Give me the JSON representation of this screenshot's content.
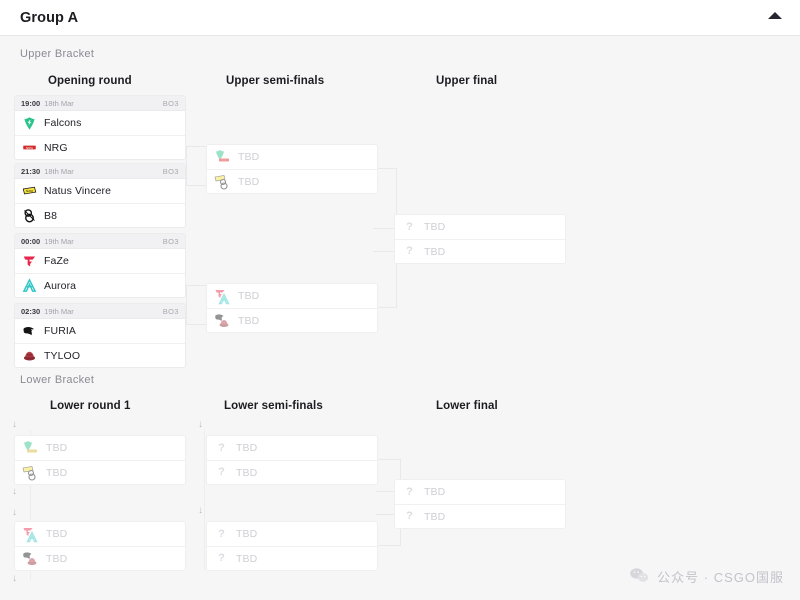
{
  "header": {
    "title": "Group A",
    "collapse_icon": "chevron-up-icon"
  },
  "brackets": {
    "upper": {
      "label": "Upper Bracket",
      "rounds": [
        {
          "title": "Opening round"
        },
        {
          "title": "Upper semi-finals"
        },
        {
          "title": "Upper final"
        }
      ]
    },
    "lower": {
      "label": "Lower Bracket",
      "rounds": [
        {
          "title": "Lower round 1"
        },
        {
          "title": "Lower semi-finals"
        },
        {
          "title": "Lower final"
        }
      ]
    }
  },
  "matches": {
    "opening": [
      {
        "time": "19:00",
        "date": "18th Mar",
        "format": "BO3",
        "teams": [
          {
            "name": "Falcons",
            "logo": "falcons-logo",
            "color": "#2bc38a"
          },
          {
            "name": "NRG",
            "logo": "nrg-logo",
            "color": "#d42b2b"
          }
        ]
      },
      {
        "time": "21:30",
        "date": "18th Mar",
        "format": "BO3",
        "teams": [
          {
            "name": "Natus Vincere",
            "logo": "navi-logo",
            "color": "#f5e03c"
          },
          {
            "name": "B8",
            "logo": "b8-logo",
            "color": "#1a1a1a"
          }
        ]
      },
      {
        "time": "00:00",
        "date": "19th Mar",
        "format": "BO3",
        "teams": [
          {
            "name": "FaZe",
            "logo": "faze-logo",
            "color": "#e8254a"
          },
          {
            "name": "Aurora",
            "logo": "aurora-logo",
            "color": "#34c6c6"
          }
        ]
      },
      {
        "time": "02:30",
        "date": "19th Mar",
        "format": "BO3",
        "teams": [
          {
            "name": "FURIA",
            "logo": "furia-logo",
            "color": "#141414"
          },
          {
            "name": "TYLOO",
            "logo": "tyloo-logo",
            "color": "#8e2a33"
          }
        ]
      }
    ],
    "upper_semifinals": [
      {
        "teams": [
          {
            "name": "TBD",
            "logo": "falcons-nrg-stack"
          },
          {
            "name": "TBD",
            "logo": "navi-b8-stack"
          }
        ]
      },
      {
        "teams": [
          {
            "name": "TBD",
            "logo": "faze-aurora-stack"
          },
          {
            "name": "TBD",
            "logo": "furia-tyloo-stack"
          }
        ]
      }
    ],
    "upper_final": [
      {
        "teams": [
          {
            "name": "TBD",
            "logo": "question-icon"
          },
          {
            "name": "TBD",
            "logo": "question-icon"
          }
        ]
      }
    ],
    "lower_round1": [
      {
        "teams": [
          {
            "name": "TBD",
            "logo": "falcons-nrg-stack"
          },
          {
            "name": "TBD",
            "logo": "navi-b8-stack"
          }
        ]
      },
      {
        "teams": [
          {
            "name": "TBD",
            "logo": "faze-aurora-stack"
          },
          {
            "name": "TBD",
            "logo": "furia-tyloo-stack"
          }
        ]
      }
    ],
    "lower_semifinals": [
      {
        "teams": [
          {
            "name": "TBD",
            "logo": "question-icon"
          },
          {
            "name": "TBD",
            "logo": "question-icon"
          }
        ]
      },
      {
        "teams": [
          {
            "name": "TBD",
            "logo": "question-icon"
          },
          {
            "name": "TBD",
            "logo": "question-icon"
          }
        ]
      }
    ],
    "lower_final": [
      {
        "teams": [
          {
            "name": "TBD",
            "logo": "question-icon"
          },
          {
            "name": "TBD",
            "logo": "question-icon"
          }
        ]
      }
    ]
  },
  "watermark": {
    "icon": "wechat-icon",
    "text": "公众号 · CSGO国服"
  },
  "colors": {
    "page_bg": "#f6f6f7",
    "card_bg": "#ffffff",
    "card_border": "#ececed",
    "head_bg": "#f1f1f3",
    "tbd_text": "#cfcfd4",
    "connector": "#e9e9ec"
  }
}
